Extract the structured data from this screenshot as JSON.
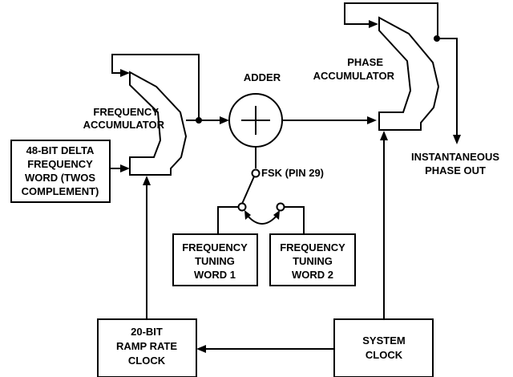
{
  "diagram": {
    "delta_word": [
      "48-BIT DELTA",
      "FREQUENCY",
      "WORD (TWOS",
      "COMPLEMENT)"
    ],
    "freq_acc": [
      "FREQUENCY",
      "ACCUMULATOR"
    ],
    "adder": "ADDER",
    "phase_acc": [
      "PHASE",
      "ACCUMULATOR"
    ],
    "phase_out": [
      "INSTANTANEOUS",
      "PHASE OUT"
    ],
    "fsk": "FSK (PIN 29)",
    "ftw1": [
      "FREQUENCY",
      "TUNING",
      "WORD 1"
    ],
    "ftw2": [
      "FREQUENCY",
      "TUNING",
      "WORD 2"
    ],
    "ramp_clock": [
      "20-BIT",
      "RAMP RATE",
      "CLOCK"
    ],
    "sys_clock": [
      "SYSTEM",
      "CLOCK"
    ]
  }
}
